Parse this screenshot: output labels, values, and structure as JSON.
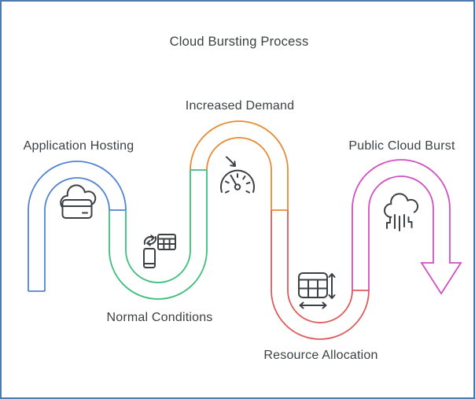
{
  "frame": {
    "background": "#ffffff",
    "border_color": "#4e7bab"
  },
  "title": "Cloud Bursting Process",
  "text_color": "#3c4043",
  "icon_color": "#3c4043",
  "stages": [
    {
      "label": "Application Hosting",
      "color": "#5283d3",
      "icon": "cloud-server-icon"
    },
    {
      "label": "Normal Conditions",
      "color": "#3cbe7d",
      "icon": "device-sync-table-icon"
    },
    {
      "label": "Increased Demand",
      "color": "#e68c37",
      "icon": "gauge-arrow-icon"
    },
    {
      "label": "Resource Allocation",
      "color": "#e15a5a",
      "icon": "table-resize-icon"
    },
    {
      "label": "Public Cloud Burst",
      "color": "#d44ec3",
      "icon": "cloud-burst-icon"
    }
  ]
}
